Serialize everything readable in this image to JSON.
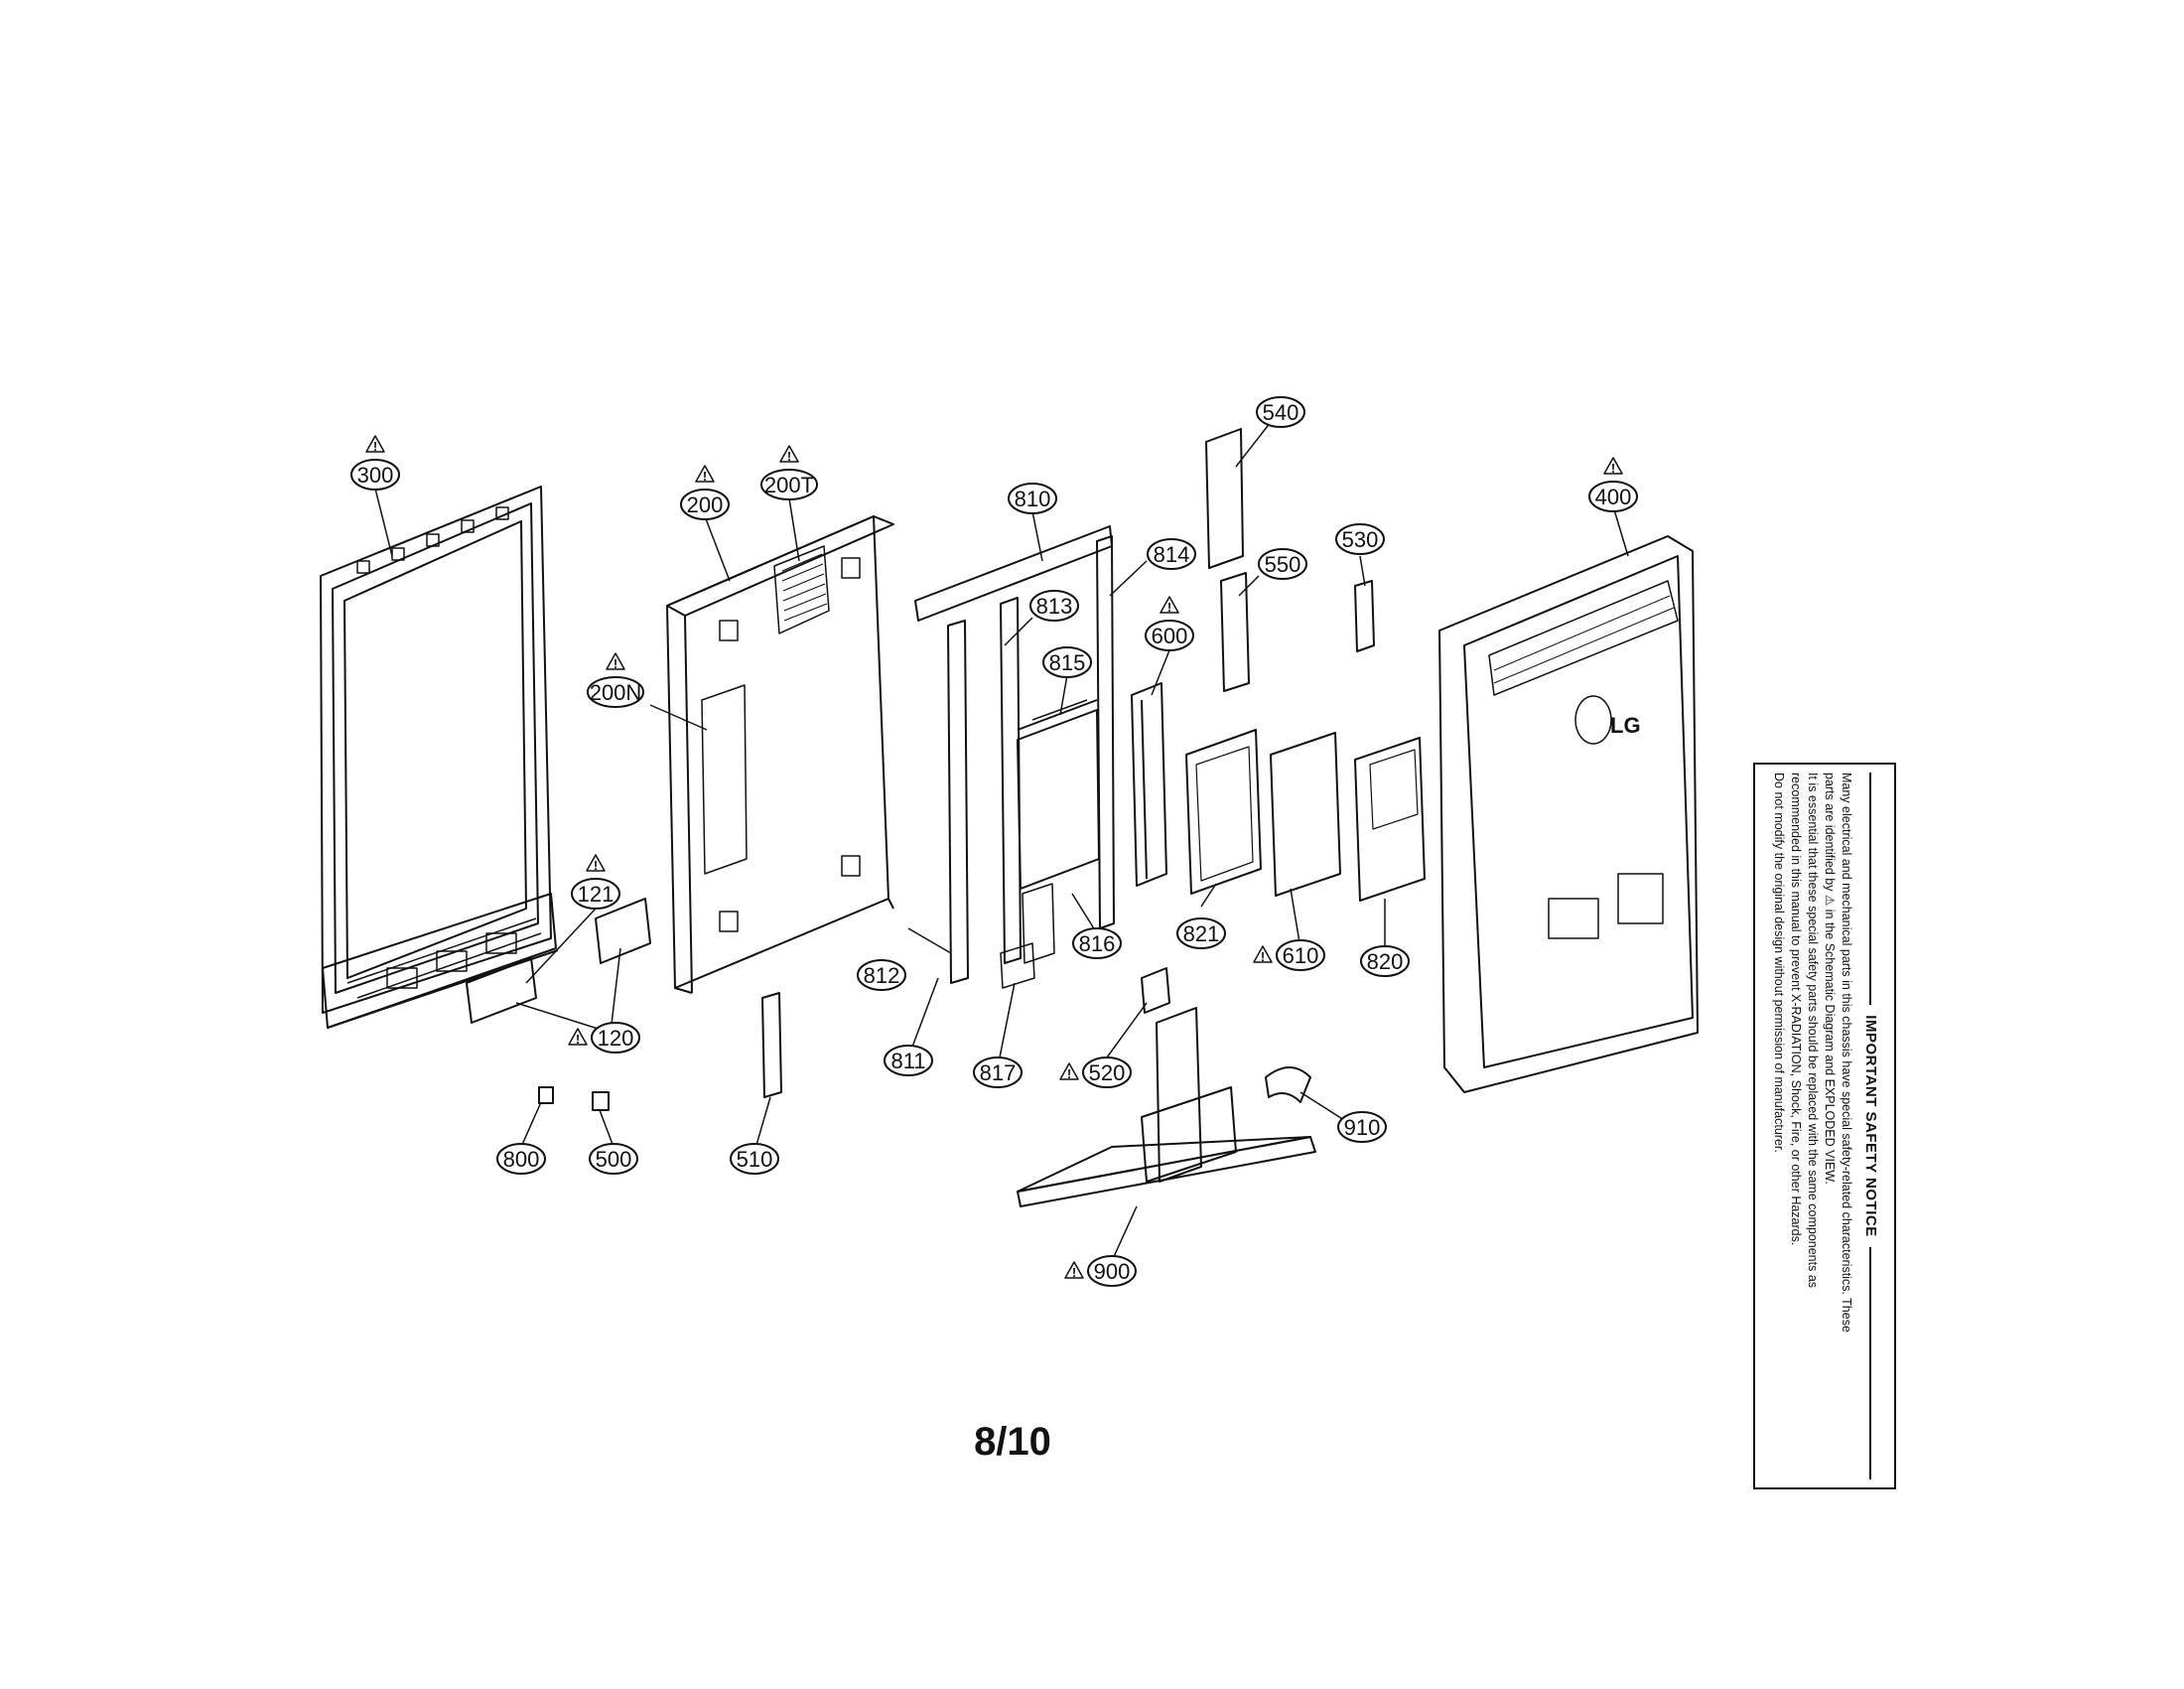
{
  "page": {
    "number": "8/10"
  },
  "safety_notice": {
    "title": "IMPORTANT SAFETY NOTICE",
    "lines": [
      "Many electrical and mechanical parts in this chassis have special safety-related characteristics. These",
      "parts are identified by ⚠ in the Schematic Diagram and EXPLODED VIEW.",
      "It is essential that these special safety parts should be replaced with the same components as",
      "recommended in this manual to prevent X-RADIATION, Shock, Fire, or other Hazards.",
      "Do not modify the original design without permission of manufacturer."
    ]
  },
  "logo_text": "LG",
  "parts": [
    {
      "label": "300",
      "warn": true
    },
    {
      "label": "200",
      "warn": true
    },
    {
      "label": "200T",
      "warn": true
    },
    {
      "label": "200N",
      "warn": true
    },
    {
      "label": "810",
      "warn": false
    },
    {
      "label": "814",
      "warn": false
    },
    {
      "label": "813",
      "warn": false
    },
    {
      "label": "815",
      "warn": false
    },
    {
      "label": "540",
      "warn": false
    },
    {
      "label": "550",
      "warn": false
    },
    {
      "label": "600",
      "warn": true
    },
    {
      "label": "530",
      "warn": false
    },
    {
      "label": "400",
      "warn": true
    },
    {
      "label": "121",
      "warn": true
    },
    {
      "label": "120",
      "warn": true
    },
    {
      "label": "812",
      "warn": false
    },
    {
      "label": "811",
      "warn": false
    },
    {
      "label": "817",
      "warn": false
    },
    {
      "label": "816",
      "warn": false
    },
    {
      "label": "821",
      "warn": false
    },
    {
      "label": "610",
      "warn": true
    },
    {
      "label": "820",
      "warn": false
    },
    {
      "label": "520",
      "warn": true
    },
    {
      "label": "910",
      "warn": false
    },
    {
      "label": "900",
      "warn": true
    },
    {
      "label": "800",
      "warn": false
    },
    {
      "label": "500",
      "warn": false
    },
    {
      "label": "510",
      "warn": false
    }
  ]
}
